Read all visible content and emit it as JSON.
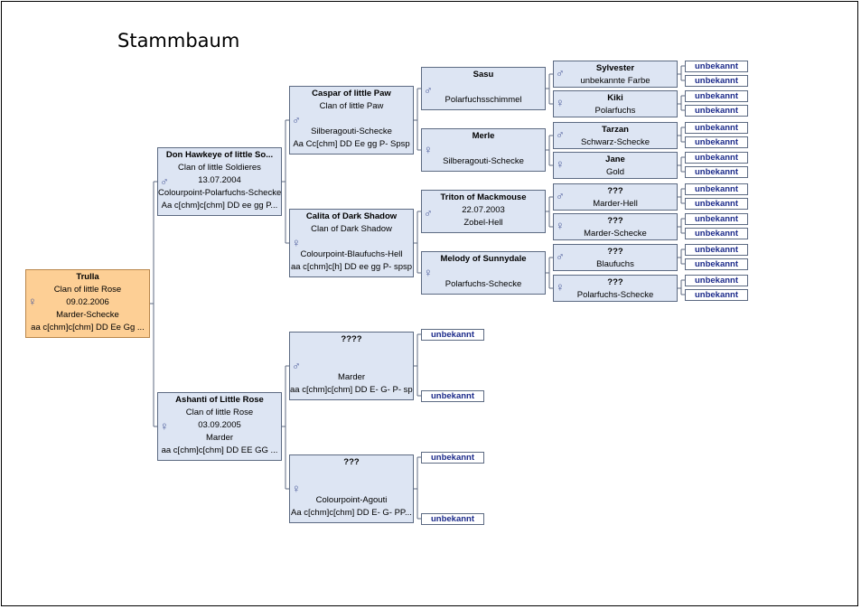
{
  "title": "Stammbaum",
  "colors": {
    "node_fill": "#dde5f3",
    "root_fill": "#fdcf95",
    "border": "#5c6a82",
    "unknown_text": "#1b2a8a"
  },
  "nodes": [
    {
      "id": "root",
      "lines": [
        "Trulla",
        "Clan of little Rose",
        "09.02.2006",
        "Marder-Schecke",
        "aa c[chm]c[chm] DD Ee Gg ..."
      ],
      "sex": "female",
      "sym": "♀"
    },
    {
      "id": "father",
      "lines": [
        "Don Hawkeye of little So...",
        "Clan of little Soldieres",
        "13.07.2004",
        "Colourpoint-Polarfuchs-Schecke",
        "Aa c[chm]c[chm] DD ee gg P..."
      ],
      "sex": "male",
      "sym": "♂"
    },
    {
      "id": "mother",
      "lines": [
        "Ashanti of Little Rose",
        "Clan of little Rose",
        "03.09.2005",
        "Marder",
        "aa c[chm]c[chm] DD EE GG ..."
      ],
      "sex": "female",
      "sym": "♀"
    },
    {
      "id": "ff",
      "lines": [
        "Caspar of little Paw",
        "Clan of little Paw",
        "",
        "Silberagouti-Schecke",
        "Aa Cc[chm] DD Ee gg P- Spsp"
      ],
      "sex": "male",
      "sym": "♂"
    },
    {
      "id": "fm",
      "lines": [
        "Calita of Dark Shadow",
        "Clan of Dark Shadow",
        "",
        "Colourpoint-Blaufuchs-Hell",
        "aa c[chm]c[h] DD ee gg P- spsp"
      ],
      "sex": "female",
      "sym": "♀"
    },
    {
      "id": "mf",
      "lines": [
        "????",
        "",
        "",
        "Marder",
        "aa c[chm]c[chm] DD E- G- P- spsp"
      ],
      "sex": "male",
      "sym": "♂"
    },
    {
      "id": "mm",
      "lines": [
        "???",
        "",
        "",
        "Colourpoint-Agouti",
        "Aa c[chm]c[chm] DD E- G- PP..."
      ],
      "sex": "female",
      "sym": "♀"
    },
    {
      "id": "fff",
      "lines": [
        "Sasu",
        "",
        "Polarfuchsschimmel"
      ],
      "sex": "male",
      "sym": "♂"
    },
    {
      "id": "ffm",
      "lines": [
        "Merle",
        "",
        "Silberagouti-Schecke"
      ],
      "sex": "female",
      "sym": "♀"
    },
    {
      "id": "fmf",
      "lines": [
        "Triton of Mackmouse",
        "22.07.2003",
        "Zobel-Hell"
      ],
      "sex": "male",
      "sym": "♂"
    },
    {
      "id": "fmm",
      "lines": [
        "Melody of Sunnydale",
        "",
        "Polarfuchs-Schecke"
      ],
      "sex": "female",
      "sym": "♀"
    },
    {
      "id": "g1",
      "lines": [
        "Sylvester",
        "unbekannte Farbe"
      ],
      "sex": "male",
      "sym": "♂"
    },
    {
      "id": "g2",
      "lines": [
        "Kiki",
        "Polarfuchs"
      ],
      "sex": "female",
      "sym": "♀"
    },
    {
      "id": "g3",
      "lines": [
        "Tarzan",
        "Schwarz-Schecke"
      ],
      "sex": "male",
      "sym": "♂"
    },
    {
      "id": "g4",
      "lines": [
        "Jane",
        "Gold"
      ],
      "sex": "female",
      "sym": "♀"
    },
    {
      "id": "g5",
      "lines": [
        "???",
        "Marder-Hell"
      ],
      "sex": "male",
      "sym": "♂"
    },
    {
      "id": "g6",
      "lines": [
        "???",
        "Marder-Schecke"
      ],
      "sex": "female",
      "sym": "♀"
    },
    {
      "id": "g7",
      "lines": [
        "???",
        "Blaufuchs"
      ],
      "sex": "male",
      "sym": "♂"
    },
    {
      "id": "g8",
      "lines": [
        "???",
        "Polarfuchs-Schecke"
      ],
      "sex": "female",
      "sym": "♀"
    }
  ],
  "unknown_label": "unbekannt"
}
